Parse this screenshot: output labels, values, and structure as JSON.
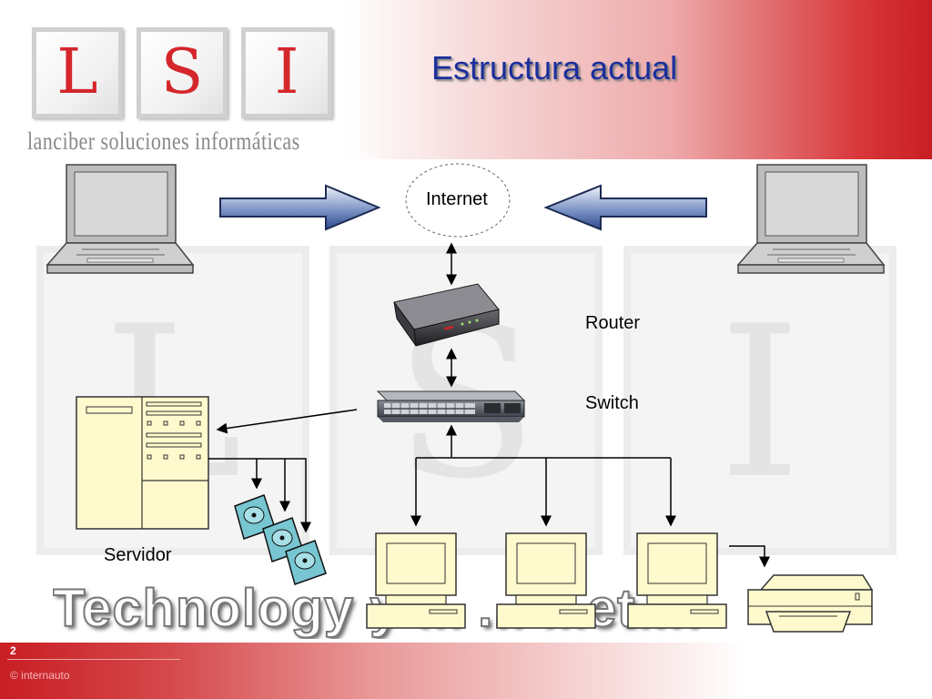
{
  "slide": {
    "title": "Estructura actual",
    "page_number": "2",
    "copyright": "© internauto",
    "background_text": "Technology y ... ... ...et..n"
  },
  "logo": {
    "letters": [
      "L",
      "S",
      "I"
    ],
    "tagline": "lanciber soluciones informáticas"
  },
  "diagram": {
    "labels": {
      "internet": "Internet",
      "router": "Router",
      "switch": "Switch",
      "server": "Servidor"
    }
  },
  "colors": {
    "accent_red": "#c81e24",
    "title_blue": "#1b2f9c",
    "device_fill": "#fffacd",
    "arrow_blue": "#2c4a8c"
  }
}
